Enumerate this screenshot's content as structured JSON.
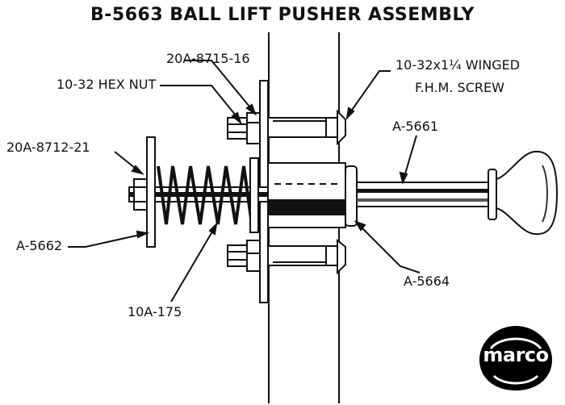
{
  "title": "B-5663 BALL LIFT PUSHER ASSEMBLY",
  "labels": {
    "part_20a_8715_16": "20A-8715-16",
    "hex_nut": "10-32 HEX NUT",
    "screw_line1": "10-32x1¼ WINGED",
    "screw_line2": "F.H.M. SCREW",
    "part_20a_8712_21": "20A-8712-21",
    "part_a_5661": "A-5661",
    "part_a_5662": "A-5662",
    "part_a_5664": "A-5664",
    "part_10a_175": "10A-175"
  },
  "logo": {
    "text": "marco",
    "color": "#000000"
  }
}
